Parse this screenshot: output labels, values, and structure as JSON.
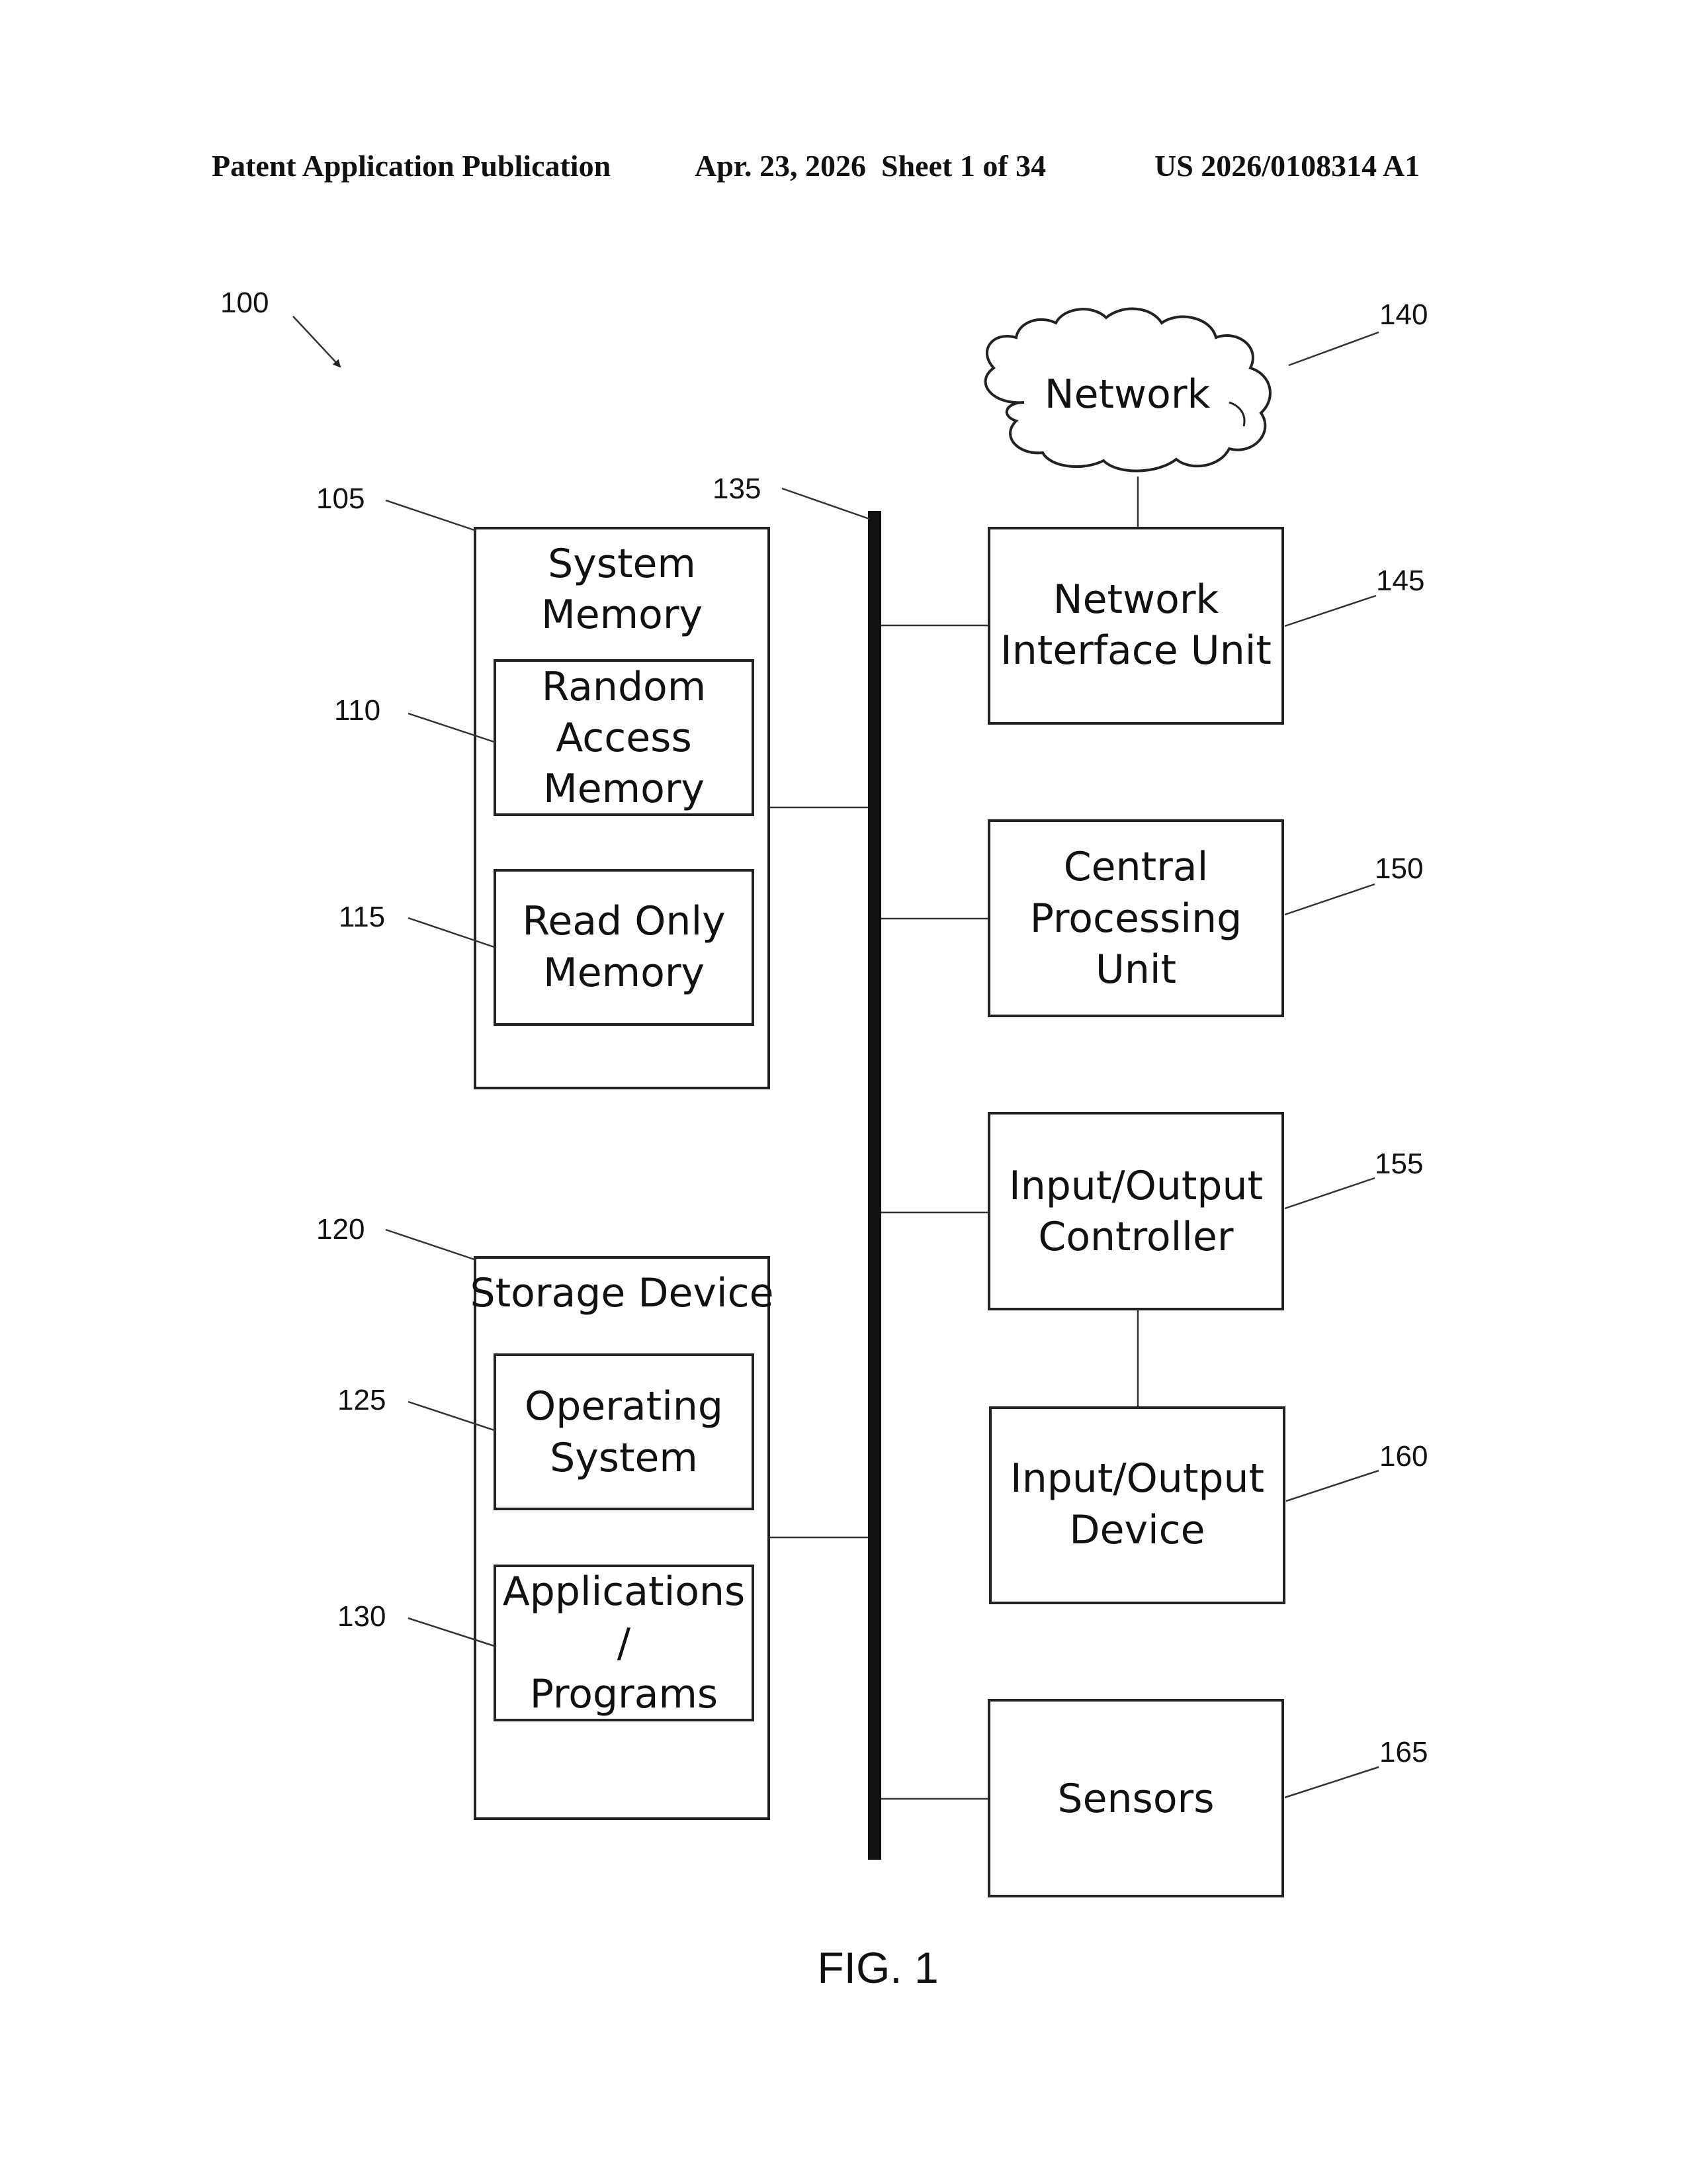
{
  "header": {
    "left": "Patent Application Publication",
    "middle": "Apr. 23, 2026  Sheet 1 of 34",
    "right": "US 2026/0108314 A1"
  },
  "figure_caption": "FIG. 1",
  "refs": {
    "system": "100",
    "system_memory": "105",
    "ram": "110",
    "rom": "115",
    "storage_device": "120",
    "operating_system": "125",
    "applications": "130",
    "bus": "135",
    "network": "140",
    "network_interface": "145",
    "cpu": "150",
    "io_controller": "155",
    "io_device": "160",
    "sensors": "165"
  },
  "blocks": {
    "system_memory": [
      "System",
      "Memory"
    ],
    "ram": [
      "Random",
      "Access",
      "Memory"
    ],
    "rom": [
      "Read Only",
      "Memory"
    ],
    "storage_device": [
      "Storage Device"
    ],
    "operating_system": [
      "Operating",
      "System"
    ],
    "applications": [
      "Applications",
      "/",
      "Programs"
    ],
    "network": [
      "Network"
    ],
    "network_interface": [
      "Network",
      "Interface Unit"
    ],
    "cpu": [
      "Central",
      "Processing",
      "Unit"
    ],
    "io_controller": [
      "Input/Output",
      "Controller"
    ],
    "io_device": [
      "Input/Output",
      "Device"
    ],
    "sensors": [
      "Sensors"
    ]
  }
}
